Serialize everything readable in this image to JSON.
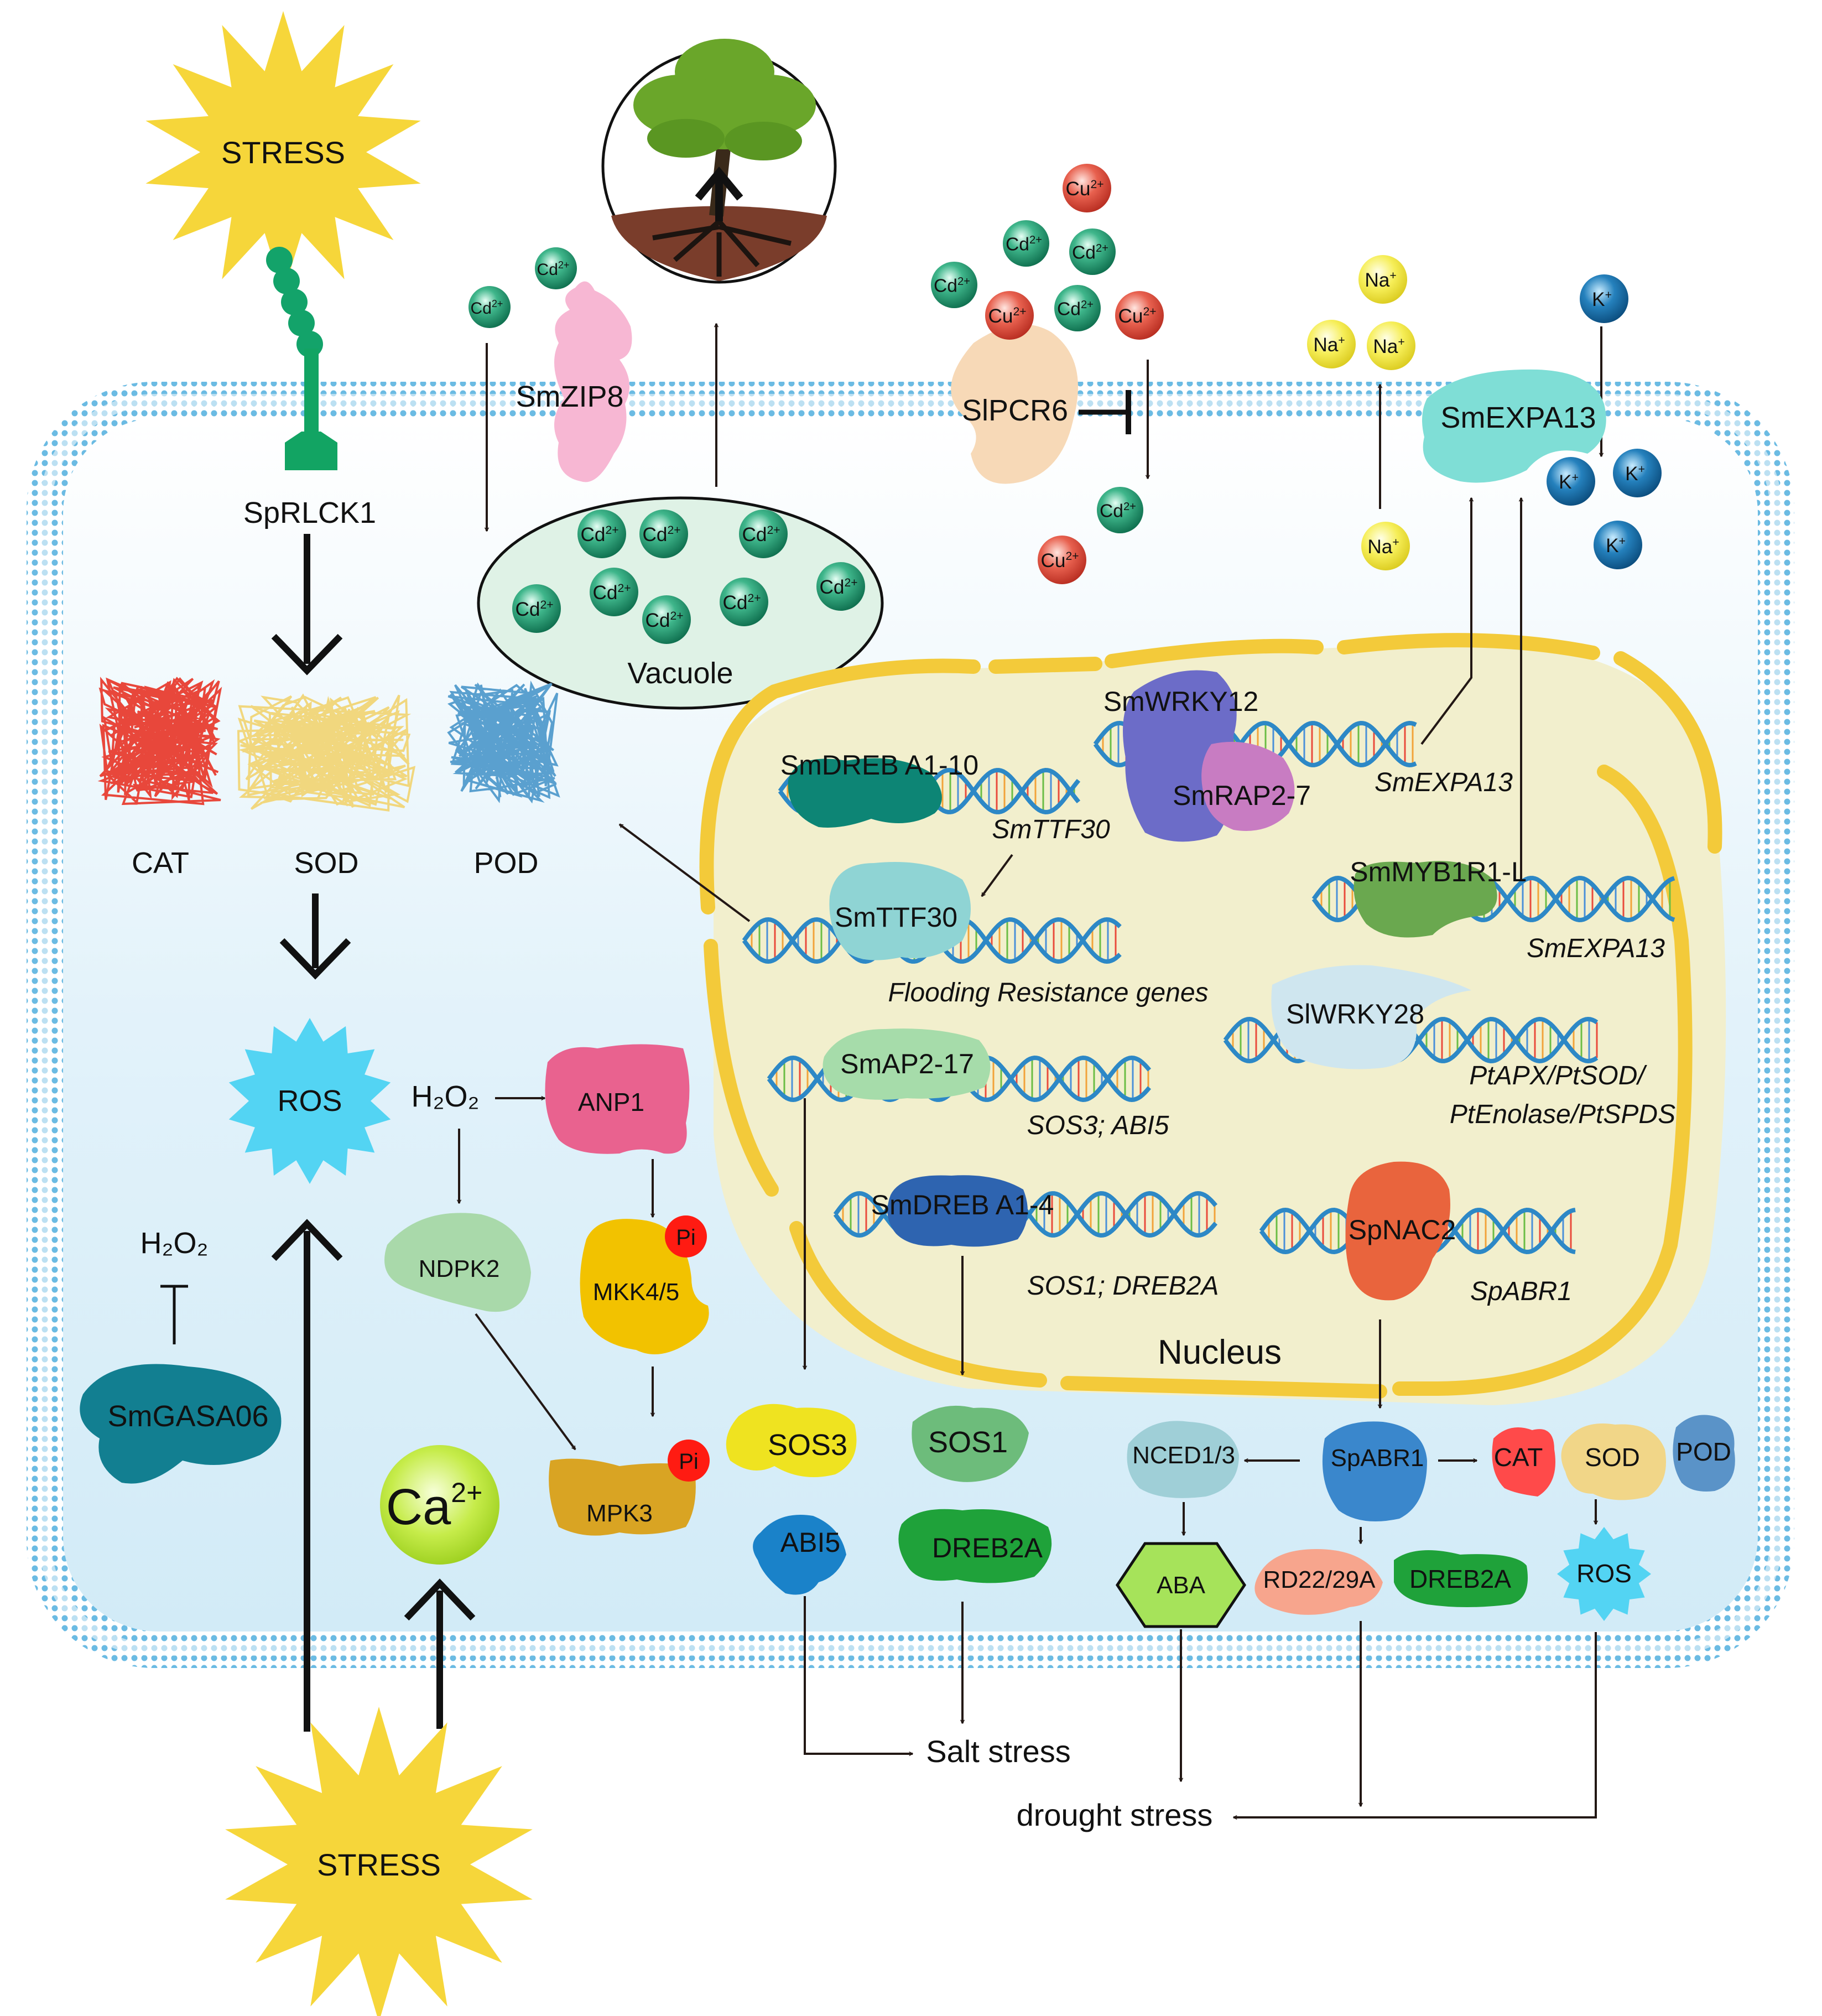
{
  "stress": {
    "top": "STRESS",
    "bottom": "STRESS"
  },
  "ions": {
    "cd": "Cd",
    "cu": "Cu",
    "na": "Na",
    "k": "K",
    "charge2": "2+",
    "charge1": "+"
  },
  "membrane": {
    "sprlck1": "SpRLCK1",
    "smzip8": "SmZIP8",
    "slpcr6": "SlPCR6",
    "smexpa13": "SmEXPA13"
  },
  "vacuole": {
    "label": "Vacuole"
  },
  "antioxidants": {
    "cat": "CAT",
    "sod": "SOD",
    "pod": "POD"
  },
  "ros": {
    "label": "ROS",
    "h2o2": "H₂O₂"
  },
  "signaling": {
    "anp1": "ANP1",
    "ndpk2": "NDPK2",
    "mkk45": "MKK4/5",
    "mpk3": "MPK3",
    "pi": "Pi",
    "ca": "Ca",
    "ca_charge": "2+",
    "h2o2_left": "H₂O₂",
    "smgasa06": "SmGASA06"
  },
  "nucleus": {
    "label": "Nucleus",
    "tfs": {
      "smdreb_a1_10": "SmDREB A1-10",
      "smwrky12": "SmWRKY12",
      "smrap2_7": "SmRAP2-7",
      "smttf30": "SmTTF30",
      "smmyb1r1": "SmMYB1R1-L",
      "slwrky28": "SlWRKY28",
      "smap2_17": "SmAP2-17",
      "smdreb_a1_4": "SmDREB A1-4",
      "spnac2": "SpNAC2"
    },
    "genes": {
      "smttf30": "SmTTF30",
      "smexpa13_a": "SmEXPA13",
      "smexpa13_b": "SmEXPA13",
      "flooding": "Flooding Resistance genes",
      "ptapx_1": "PtAPX/PtSOD/",
      "ptapx_2": "PtEnolase/PtSPDS",
      "sos3_abi5": "SOS3; ABI5",
      "sos1_dreb2a": "SOS1; DREB2A",
      "spabr1": "SpABR1"
    }
  },
  "downstream": {
    "sos3": "SOS3",
    "abi5": "ABI5",
    "sos1": "SOS1",
    "dreb2a": "DREB2A",
    "nced": "NCED1/3",
    "spabr1": "SpABR1",
    "cat": "CAT",
    "sod": "SOD",
    "pod": "POD",
    "ros": "ROS",
    "aba": "ABA",
    "rd22": "RD22/29A",
    "dreb2a_b": "DREB2A"
  },
  "outcomes": {
    "salt": "Salt stress",
    "drought": "drought stress"
  },
  "colors": {
    "membrane": "#7cc3e6",
    "cytoplasm": "#e6f4fb",
    "nucleus_fill": "#f2efcd",
    "nucleus_envelope": "#f3ca3a",
    "stress": "#f6d63a",
    "cd_ion": "#1f8f6a",
    "cu_ion": "#dc4a3a",
    "na_ion": "#f2e94e",
    "k_ion": "#1b6fa8",
    "ros": "#53d4f3"
  }
}
